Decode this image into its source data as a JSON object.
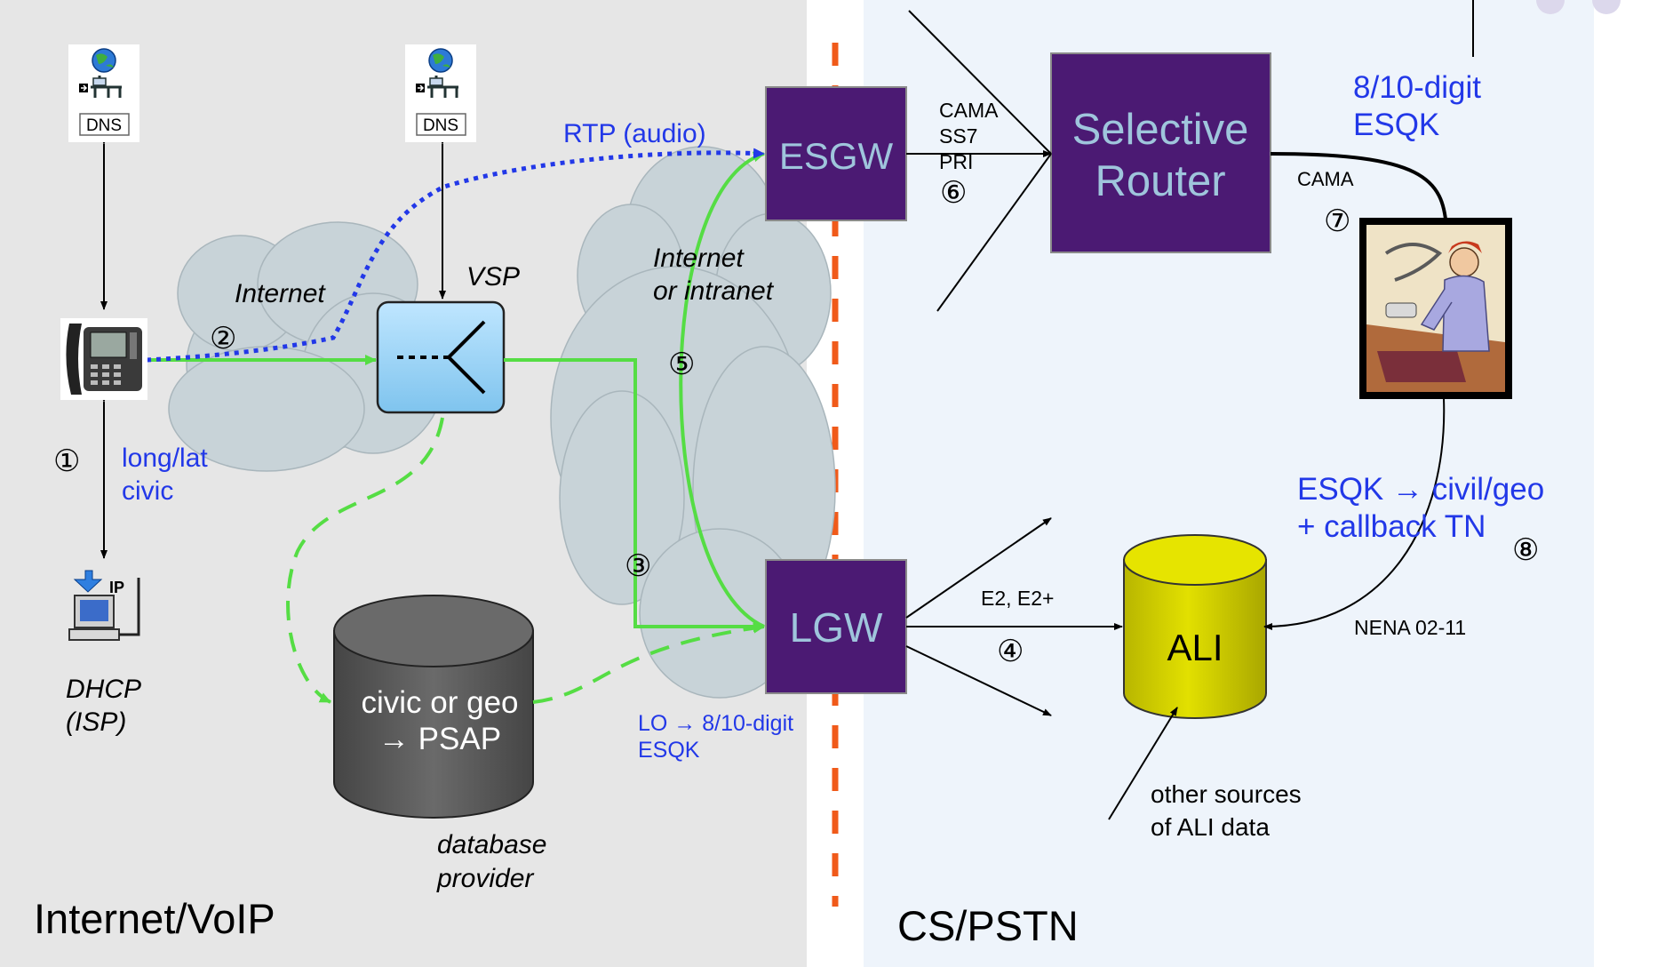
{
  "regions": {
    "left": "Internet/VoIP",
    "right": "CS/PSTN"
  },
  "clouds": {
    "left": "Internet",
    "right_line1": "Internet",
    "right_line2": "or intranet"
  },
  "nodes": {
    "dns_left": "DNS",
    "dns_right": "DNS",
    "vsp": "VSP",
    "esgw": "ESGW",
    "lgw": "LGW",
    "selective_router_line1": "Selective",
    "selective_router_line2": "Router",
    "ali": "ALI",
    "db_line1": "civic or geo",
    "db_line2": "→ PSAP",
    "db_caption_line1": "database",
    "db_caption_line2": "provider",
    "dhcp_line1": "DHCP",
    "dhcp_line2": "(ISP)",
    "ip_badge": "IP"
  },
  "labels": {
    "rtp": "RTP (audio)",
    "longlat_line1": "long/lat",
    "longlat_line2": "civic",
    "lo_esqk_line1": "LO → 8/10-digit",
    "lo_esqk_line2": "ESQK",
    "cama_ss7_pri_line1": "CAMA",
    "cama_ss7_pri_line2": "SS7",
    "cama_ss7_pri_line3": "PRI",
    "cama": "CAMA",
    "esqk_top_line1": "8/10-digit",
    "esqk_top_line2": "ESQK",
    "esqk_civil_line1": "ESQK → civil/geo",
    "esqk_civil_line2": "+ callback TN",
    "e2": "E2, E2+",
    "nena": "NENA  02-11",
    "other_sources_line1": "other sources",
    "other_sources_line2": "of ALI data"
  },
  "steps": {
    "s1": "①",
    "s2": "②",
    "s3": "③",
    "s4": "④",
    "s5": "⑤",
    "s6": "⑥",
    "s7": "⑦",
    "s8": "⑧"
  },
  "colors": {
    "left_bg": "#e6e6e6",
    "right_bg": "#eef4fb",
    "box_purple": "#4b1a73",
    "router_text": "#9fc5dc",
    "green": "#55dd44",
    "blue_text": "#2238e8",
    "orange_dash": "#f05a1a",
    "cloud": "#c8d3d8",
    "ali_yellow": "#d4d200",
    "db_gray": "#5c5c5c"
  }
}
